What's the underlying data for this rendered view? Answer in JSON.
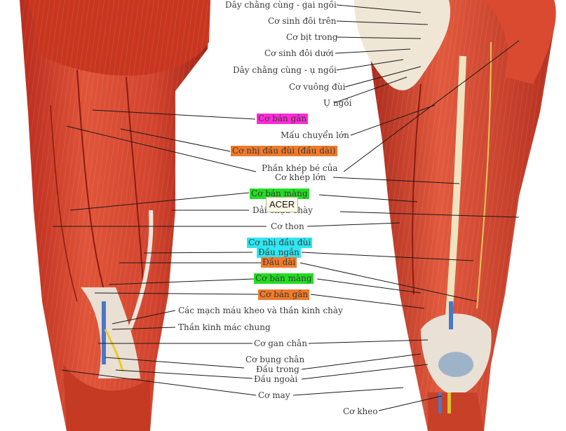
{
  "labels": [
    {
      "text": "Dây chằng cùng - gai ngồi",
      "hl": ""
    },
    {
      "text": "Cơ sinh đôi trên",
      "hl": ""
    },
    {
      "text": "Cơ bịt trong",
      "hl": ""
    },
    {
      "text": "Cơ sinh đôi dưới",
      "hl": ""
    },
    {
      "text": "Dây chằng cùng - ụ ngồi",
      "hl": ""
    },
    {
      "text": "Cơ vuông đùi",
      "hl": ""
    },
    {
      "text": "Ụ ngồi",
      "hl": ""
    },
    {
      "text": "Cơ bán gân",
      "hl": "magenta"
    },
    {
      "text": "Mấu chuyển lớn",
      "hl": ""
    },
    {
      "text": "Cơ nhị đầu đùi (đầu dài)",
      "hl": "orange"
    },
    {
      "text": "Phần khép bé của",
      "hl": ""
    },
    {
      "text": "Cơ khép lớn",
      "hl": ""
    },
    {
      "text": "Cơ bán màng",
      "hl": "green"
    },
    {
      "text": "Dải chậu chày",
      "hl": ""
    },
    {
      "text": "Cơ thon",
      "hl": ""
    },
    {
      "text": "Cơ nhị đầu đùi",
      "hl": "cyan"
    },
    {
      "text": "Đầu ngắn",
      "hl": "cyan"
    },
    {
      "text": "Đầu dài",
      "hl": "orange"
    },
    {
      "text": "Cơ bán màng",
      "hl": "green"
    },
    {
      "text": "Cơ bán gân",
      "hl": "orange"
    },
    {
      "text": "Các mạch máu kheo và thần kinh chày",
      "hl": ""
    },
    {
      "text": "Thần kinh mác chung",
      "hl": ""
    },
    {
      "text": "Cơ gan chân",
      "hl": ""
    },
    {
      "text": "Cơ bụng chân",
      "hl": ""
    },
    {
      "text": "Đầu trong",
      "hl": ""
    },
    {
      "text": "Đầu ngoài",
      "hl": ""
    },
    {
      "text": "Cơ may",
      "hl": ""
    },
    {
      "text": "Cơ kheo",
      "hl": ""
    }
  ],
  "tag": "ACER",
  "colors": {
    "muscle": "#d9402a",
    "muscle_dark": "#a82418",
    "tendon": "#eee6dc",
    "magenta": "#ff2bd8",
    "orange": "#f07a2a",
    "green": "#22dd22",
    "cyan": "#2fe6f2"
  }
}
